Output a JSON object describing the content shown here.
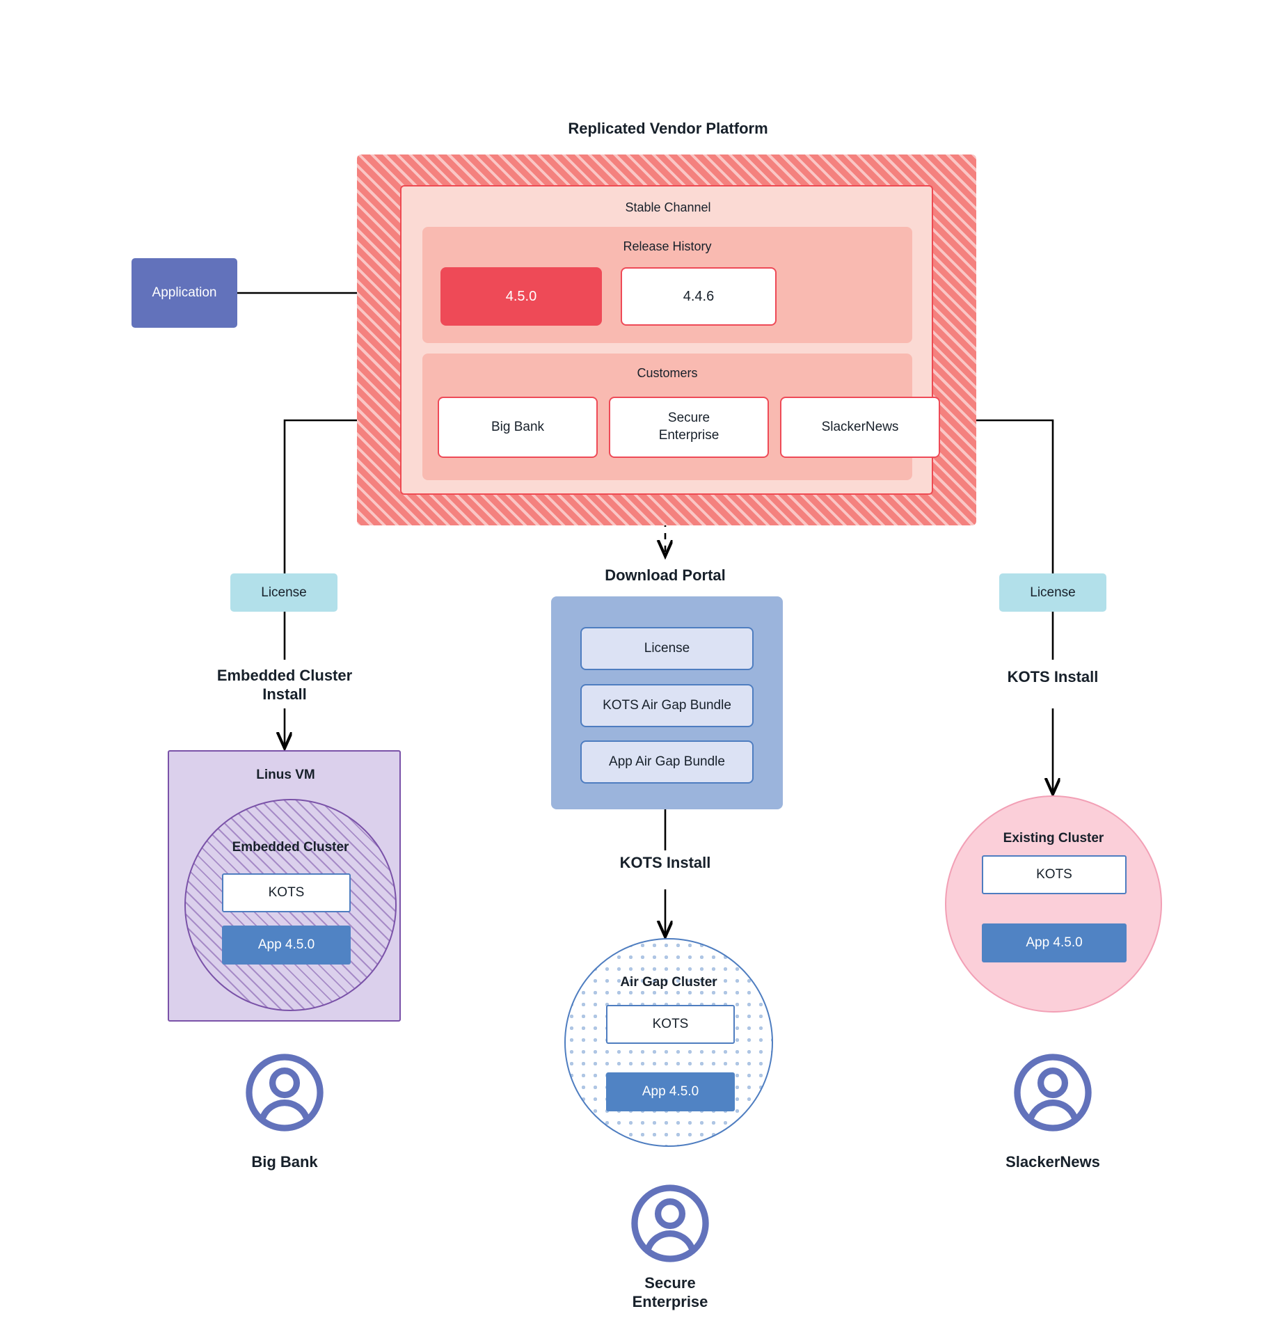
{
  "diagram": {
    "title": "Replicated Vendor Platform"
  },
  "application": {
    "label": "Application"
  },
  "platform": {
    "stable_channel": {
      "title": "Stable Channel",
      "release_history": {
        "title": "Release History",
        "releases": [
          {
            "version": "4.5.0",
            "state": "current"
          },
          {
            "version": "4.4.6",
            "state": "previous"
          }
        ]
      },
      "customers": {
        "title": "Customers",
        "items": [
          {
            "name": "Big Bank"
          },
          {
            "name": "Secure\nEnterprise"
          },
          {
            "name": "SlackerNews"
          }
        ]
      }
    }
  },
  "download_portal": {
    "title": "Download  Portal",
    "items": [
      {
        "label": "License"
      },
      {
        "label": "KOTS Air Gap Bundle"
      },
      {
        "label": "App Air Gap Bundle"
      }
    ]
  },
  "branches": {
    "left": {
      "license_label": "License",
      "install_label": "Embedded Cluster\nInstall",
      "host_name": "Linus VM",
      "cluster_name": "Embedded Cluster",
      "kots_label": "KOTS",
      "app_label": "App 4.5.0",
      "persona": "Big Bank"
    },
    "middle": {
      "install_label": "KOTS Install",
      "cluster_name": "Air Gap Cluster",
      "kots_label": "KOTS",
      "app_label": "App 4.5.0",
      "persona": "Secure\nEnterprise"
    },
    "right": {
      "license_label": "License",
      "install_label": "KOTS Install",
      "cluster_name": "Existing Cluster",
      "kots_label": "KOTS",
      "app_label": "App 4.5.0",
      "persona": "SlackerNews"
    }
  },
  "colors": {
    "platform_red": "#F4817E",
    "channel_bg": "#FBDAD4",
    "panel_bg": "#F9BAB1",
    "release_current": "#EE4A57",
    "application_purple": "#6272BB",
    "license_cyan": "#B2E0EA",
    "portal_blue": "#9BB4DC",
    "portal_item_blue": "#DCE2F4",
    "vm_purple": "#DBD0EC",
    "vm_border": "#7A52A8",
    "cluster_blue_border": "#4E7DC0",
    "app_blue": "#5083C4",
    "existing_pink": "#FBCFD9",
    "existing_pink_border": "#F29FB5",
    "avatar_purple": "#6272BB"
  }
}
